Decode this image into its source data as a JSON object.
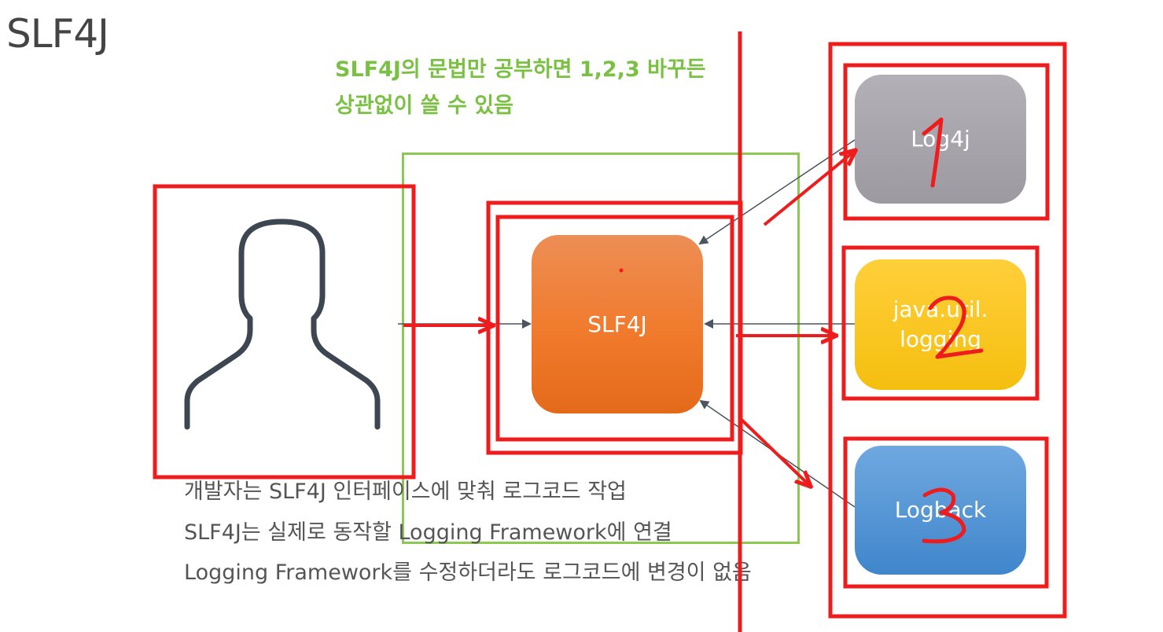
{
  "title": "SLF4J",
  "note": {
    "line1": "SLF4J의 문법만 공부하면 1,2,3 바꾸든",
    "line2": "상관없이 쓸 수 있음"
  },
  "boxes": {
    "slf4j": "SLF4J",
    "log4j": "Log4j",
    "jul": [
      "java.util.",
      "logging"
    ],
    "logback": "Logback"
  },
  "handwritten_numbers": [
    "1",
    "2",
    "3"
  ],
  "description": [
    "개발자는 SLF4J 인터페이스에 맞춰 로그코드 작업",
    "SLF4J는 실제로 동작할 Logging Framework에 연결",
    "Logging Framework를 수정하더라도 로그코드에 변경이 없음"
  ],
  "colors": {
    "annotation_red": "#ee1c1c",
    "green_frame": "#8cc952",
    "note_green": "#7ac143",
    "slf4j_orange": "#f07a2c",
    "log4j_gray": "#9c9aa0",
    "jul_yellow": "#f5bf0f",
    "logback_blue": "#3f86cb"
  },
  "icons": {
    "developer": "person-silhouette-icon"
  }
}
